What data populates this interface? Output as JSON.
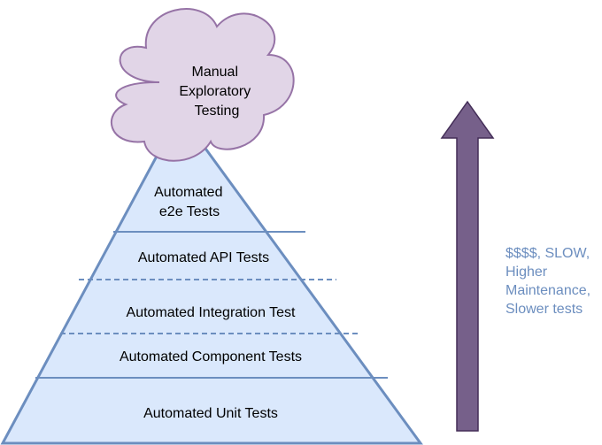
{
  "cloud": {
    "lines": [
      "Manual",
      "Exploratory",
      "Testing"
    ]
  },
  "pyramid": {
    "tiers": [
      {
        "lines": [
          "Automated",
          "e2e Tests"
        ]
      },
      {
        "lines": [
          "Automated API Tests"
        ]
      },
      {
        "lines": [
          "Automated Integration Test"
        ]
      },
      {
        "lines": [
          "Automated Component Tests"
        ]
      },
      {
        "lines": [
          "Automated Unit Tests"
        ]
      }
    ]
  },
  "side_note": {
    "lines": [
      "$$$$, SLOW,",
      "Higher",
      "Maintenance,",
      "Slower tests"
    ]
  },
  "colors": {
    "pyramid_fill": "#dae8fc",
    "pyramid_stroke": "#6c8ebf",
    "cloud_fill": "#e1d5e7",
    "cloud_stroke": "#9673a6",
    "arrow_fill": "#76608a",
    "arrow_stroke": "#432d57",
    "note_text": "#6c8ebf"
  }
}
